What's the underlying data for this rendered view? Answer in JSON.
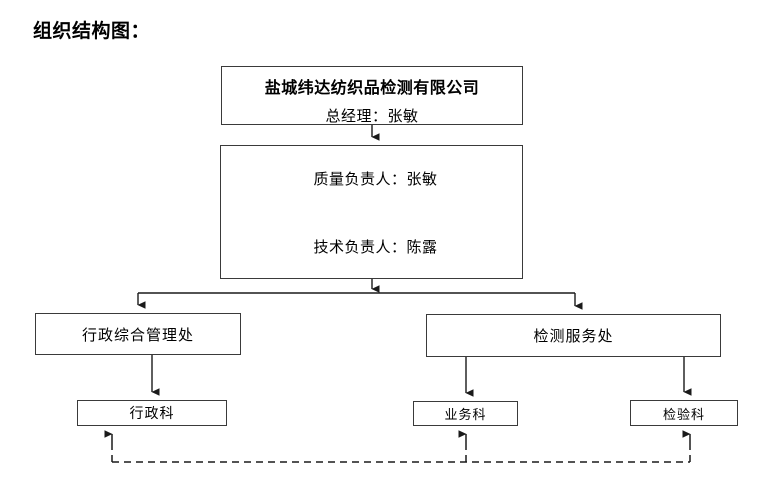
{
  "page": {
    "title": "组织结构图："
  },
  "chart": {
    "type": "org-chart",
    "nodes": {
      "company": {
        "name": "盐城纬达纺织品检测有限公司",
        "general_manager": "总经理：张敏"
      },
      "leads": {
        "quality": "质量负责人：张敏",
        "technical": "技术负责人：陈露"
      },
      "admin_office": "行政综合管理处",
      "testing_office": "检测服务处",
      "admin_dept": "行政科",
      "business_dept": "业务科",
      "inspection_dept": "检验科"
    },
    "colors": {
      "box_border": "#3a3a3a",
      "connector": "#1a1a1a",
      "text": "#000000",
      "background": "#ffffff"
    },
    "edges": [
      {
        "from": "company",
        "to": "leads",
        "style": "solid-arrow"
      },
      {
        "from": "leads",
        "to": "admin_office",
        "style": "solid-arrow"
      },
      {
        "from": "leads",
        "to": "testing_office",
        "style": "solid-arrow"
      },
      {
        "from": "admin_office",
        "to": "admin_dept",
        "style": "solid-arrow"
      },
      {
        "from": "testing_office",
        "to": "business_dept",
        "style": "solid-arrow"
      },
      {
        "from": "testing_office",
        "to": "inspection_dept",
        "style": "solid-arrow"
      },
      {
        "from": "feedback_bus",
        "to": "admin_dept",
        "style": "dashed-arrow"
      },
      {
        "from": "feedback_bus",
        "to": "business_dept",
        "style": "dashed-arrow"
      },
      {
        "from": "feedback_bus",
        "to": "inspection_dept",
        "style": "dashed-arrow"
      }
    ]
  }
}
